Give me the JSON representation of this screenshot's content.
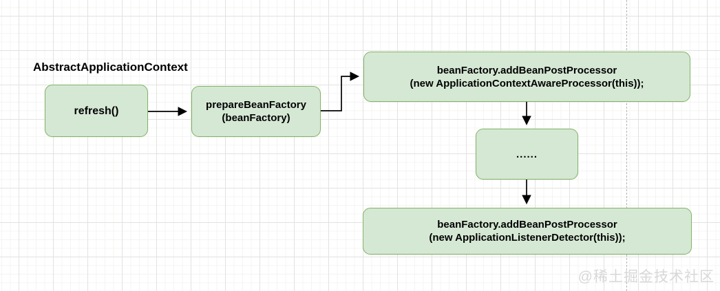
{
  "header": {
    "title": "AbstractApplicationContext"
  },
  "nodes": {
    "refresh": {
      "label": "refresh()"
    },
    "prepare": {
      "line1": "prepareBeanFactory",
      "line2": "(beanFactory)"
    },
    "aware": {
      "line1": "beanFactory.addBeanPostProcessor",
      "line2": "(new ApplicationContextAwareProcessor(this));"
    },
    "ellipsis": {
      "label": "......"
    },
    "listener": {
      "line1": "beanFactory.addBeanPostProcessor",
      "line2": "(new ApplicationListenerDetector(this));"
    }
  },
  "edges": [
    {
      "from": "refresh",
      "to": "prepare"
    },
    {
      "from": "prepare",
      "to": "aware"
    },
    {
      "from": "aware",
      "to": "ellipsis"
    },
    {
      "from": "ellipsis",
      "to": "listener"
    }
  ],
  "colors": {
    "node_fill": "#d5e8d4",
    "node_border": "#82b366",
    "arrow": "#000000",
    "grid_minor": "#f5f4f3",
    "grid_major": "#e3e2e1",
    "dashed_line": "#b3b3b3",
    "watermark": "#d8d8d8"
  },
  "watermark": {
    "text": "@稀土掘金技术社区"
  }
}
